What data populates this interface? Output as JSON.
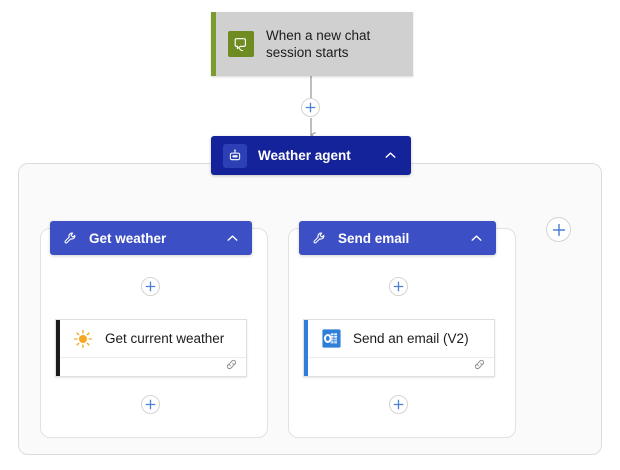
{
  "canvas": {
    "background": "#ffffff",
    "accent_blue": "#4a7fd4",
    "agent_color": "#15239b",
    "tool_color": "#3c4fc4",
    "trigger_color": "#d0d0d0",
    "trigger_accent": "#7d9b2f"
  },
  "trigger": {
    "label": "When a new chat session starts",
    "icon": "chat-bubble-icon"
  },
  "agent": {
    "label": "Weather agent",
    "icon": "robot-icon",
    "collapse_icon": "chevron-up-icon"
  },
  "branches": [
    {
      "tool": {
        "label": "Get weather",
        "icon": "wrench-icon",
        "collapse_icon": "chevron-up-icon"
      },
      "action": {
        "label": "Get current weather",
        "icon": "sun-icon",
        "accent": "#1b1b1b",
        "footer_icon": "link-icon"
      }
    },
    {
      "tool": {
        "label": "Send email",
        "icon": "wrench-icon",
        "collapse_icon": "chevron-up-icon"
      },
      "action": {
        "label": "Send an email (V2)",
        "icon": "outlook-icon",
        "accent": "#2f7fd8",
        "footer_icon": "link-icon"
      }
    }
  ],
  "add_buttons": {
    "after_trigger": "+",
    "branch_one_upper": "+",
    "branch_one_lower": "+",
    "branch_two_upper": "+",
    "branch_two_lower": "+",
    "add_tool": "+"
  }
}
